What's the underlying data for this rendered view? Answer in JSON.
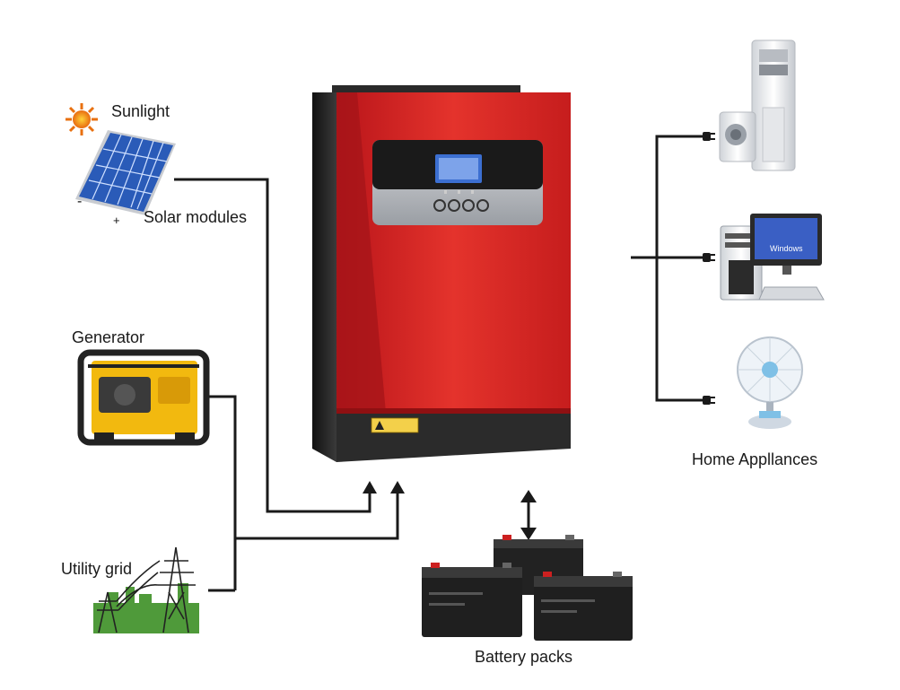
{
  "labels": {
    "sunlight": "Sunlight",
    "solar_modules": "Solar modules",
    "solar_minus": "-",
    "solar_plus": "+",
    "generator": "Generator",
    "utility_grid": "Utility grid",
    "battery_packs": "Battery packs",
    "home_appliances": "Home Appllances",
    "pc_screen_text": "Windows"
  },
  "colors": {
    "inverter_red": "#d8231f",
    "inverter_dark": "#1e1e1e",
    "wire": "#1a1a1a",
    "lcd_blue": "#3c6fd1",
    "grass_green": "#4f9a3a",
    "generator_yellow": "#f2b90f",
    "solar_blue": "#2a5bb8"
  },
  "icons": {
    "sun": "sun-icon",
    "solar_panel": "solar-panel-icon",
    "generator": "generator-icon",
    "utility_grid": "power-tower-icon",
    "inverter": "inverter-icon",
    "battery": "battery-icon",
    "air_conditioner": "air-conditioner-icon",
    "computer": "computer-icon",
    "fan": "fan-icon",
    "plug": "plug-icon"
  }
}
